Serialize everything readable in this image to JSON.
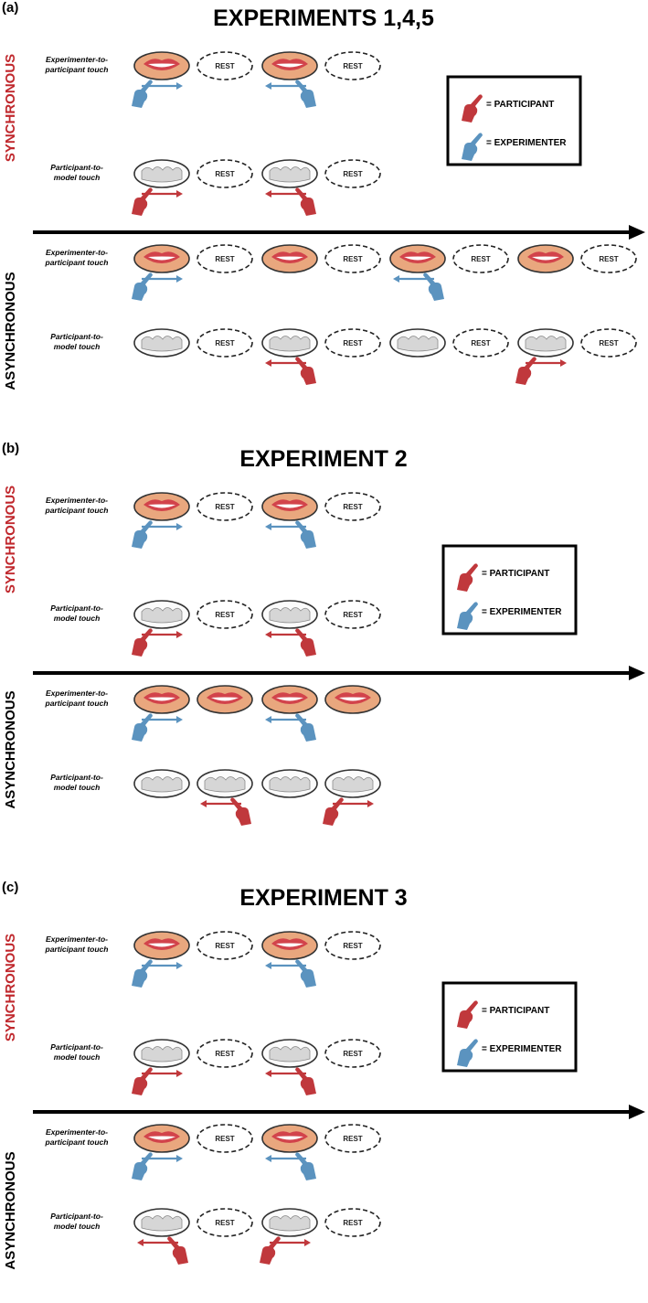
{
  "legend": {
    "participant_label": "= PARTICIPANT",
    "experimenter_label": "= EXPERIMENTER"
  },
  "rest_label": "REST",
  "colors": {
    "participant": "#c0383c",
    "experimenter": "#5b93bf",
    "synchronous": "#c0282d",
    "lips": "#e9a77e",
    "model": "#d6d6d6"
  },
  "panels": [
    {
      "letter": "(a)",
      "title": "EXPERIMENTS 1,4,5",
      "sync_label": "SYNCHRONOUS",
      "async_label": "ASYNCHRONOUS",
      "rows": [
        {
          "label1": "Experimenter-to-",
          "label2": "participant touch",
          "items": [
            "lips",
            "rest",
            "lips",
            "rest"
          ],
          "touches": [
            {
              "slot": 0,
              "dir": "right",
              "who": "experimenter"
            },
            {
              "slot": 2,
              "dir": "left",
              "who": "experimenter"
            }
          ]
        },
        {
          "label1": "Participant-to-",
          "label2": "model touch",
          "items": [
            "model",
            "rest",
            "model",
            "rest"
          ],
          "touches": [
            {
              "slot": 0,
              "dir": "right",
              "who": "participant"
            },
            {
              "slot": 2,
              "dir": "left",
              "who": "participant"
            }
          ]
        },
        {
          "label1": "Experimenter-to-",
          "label2": "participant touch",
          "items": [
            "lips",
            "rest",
            "lips",
            "rest",
            "lips",
            "rest",
            "lips",
            "rest"
          ],
          "touches": [
            {
              "slot": 0,
              "dir": "right",
              "who": "experimenter"
            },
            {
              "slot": 4,
              "dir": "left",
              "who": "experimenter"
            }
          ]
        },
        {
          "label1": "Participant-to-",
          "label2": "model touch",
          "items": [
            "model",
            "rest",
            "model",
            "rest",
            "model",
            "rest",
            "model",
            "rest"
          ],
          "touches": [
            {
              "slot": 2,
              "dir": "left",
              "who": "participant"
            },
            {
              "slot": 6,
              "dir": "right",
              "who": "participant"
            }
          ]
        }
      ]
    },
    {
      "letter": "(b)",
      "title": "EXPERIMENT 2",
      "sync_label": "SYNCHRONOUS",
      "async_label": "ASYNCHRONOUS",
      "rows": [
        {
          "label1": "Experimenter-to-",
          "label2": "participant touch",
          "items": [
            "lips",
            "rest",
            "lips",
            "rest"
          ],
          "touches": [
            {
              "slot": 0,
              "dir": "right",
              "who": "experimenter"
            },
            {
              "slot": 2,
              "dir": "left",
              "who": "experimenter"
            }
          ]
        },
        {
          "label1": "Participant-to-",
          "label2": "model touch",
          "items": [
            "model",
            "rest",
            "model",
            "rest"
          ],
          "touches": [
            {
              "slot": 0,
              "dir": "right",
              "who": "participant"
            },
            {
              "slot": 2,
              "dir": "left",
              "who": "participant"
            }
          ]
        },
        {
          "label1": "Experimenter-to-",
          "label2": "participant touch",
          "items": [
            "lips",
            "lips",
            "lips",
            "lips"
          ],
          "touches": [
            {
              "slot": 0,
              "dir": "right",
              "who": "experimenter"
            },
            {
              "slot": 2,
              "dir": "left",
              "who": "experimenter"
            }
          ]
        },
        {
          "label1": "Participant-to-",
          "label2": "model touch",
          "items": [
            "model",
            "model",
            "model",
            "model"
          ],
          "touches": [
            {
              "slot": 1,
              "dir": "left",
              "who": "participant"
            },
            {
              "slot": 3,
              "dir": "right",
              "who": "participant"
            }
          ]
        }
      ]
    },
    {
      "letter": "(c)",
      "title": "EXPERIMENT 3",
      "sync_label": "SYNCHRONOUS",
      "async_label": "ASYNCHRONOUS",
      "rows": [
        {
          "label1": "Experimenter-to-",
          "label2": "participant touch",
          "items": [
            "lips",
            "rest",
            "lips",
            "rest"
          ],
          "touches": [
            {
              "slot": 0,
              "dir": "right",
              "who": "experimenter"
            },
            {
              "slot": 2,
              "dir": "left",
              "who": "experimenter"
            }
          ]
        },
        {
          "label1": "Participant-to-",
          "label2": "model touch",
          "items": [
            "model",
            "rest",
            "model",
            "rest"
          ],
          "touches": [
            {
              "slot": 0,
              "dir": "right",
              "who": "participant"
            },
            {
              "slot": 2,
              "dir": "left",
              "who": "participant"
            }
          ]
        },
        {
          "label1": "Experimenter-to-",
          "label2": "participant touch",
          "items": [
            "lips",
            "rest",
            "lips",
            "rest"
          ],
          "touches": [
            {
              "slot": 0,
              "dir": "right",
              "who": "experimenter"
            },
            {
              "slot": 2,
              "dir": "left",
              "who": "experimenter"
            }
          ]
        },
        {
          "label1": "Participant-to-",
          "label2": "model touch",
          "items": [
            "model",
            "rest",
            "model",
            "rest"
          ],
          "touches": [
            {
              "slot": 0,
              "dir": "left",
              "who": "participant"
            },
            {
              "slot": 2,
              "dir": "right",
              "who": "participant"
            }
          ]
        }
      ]
    }
  ]
}
